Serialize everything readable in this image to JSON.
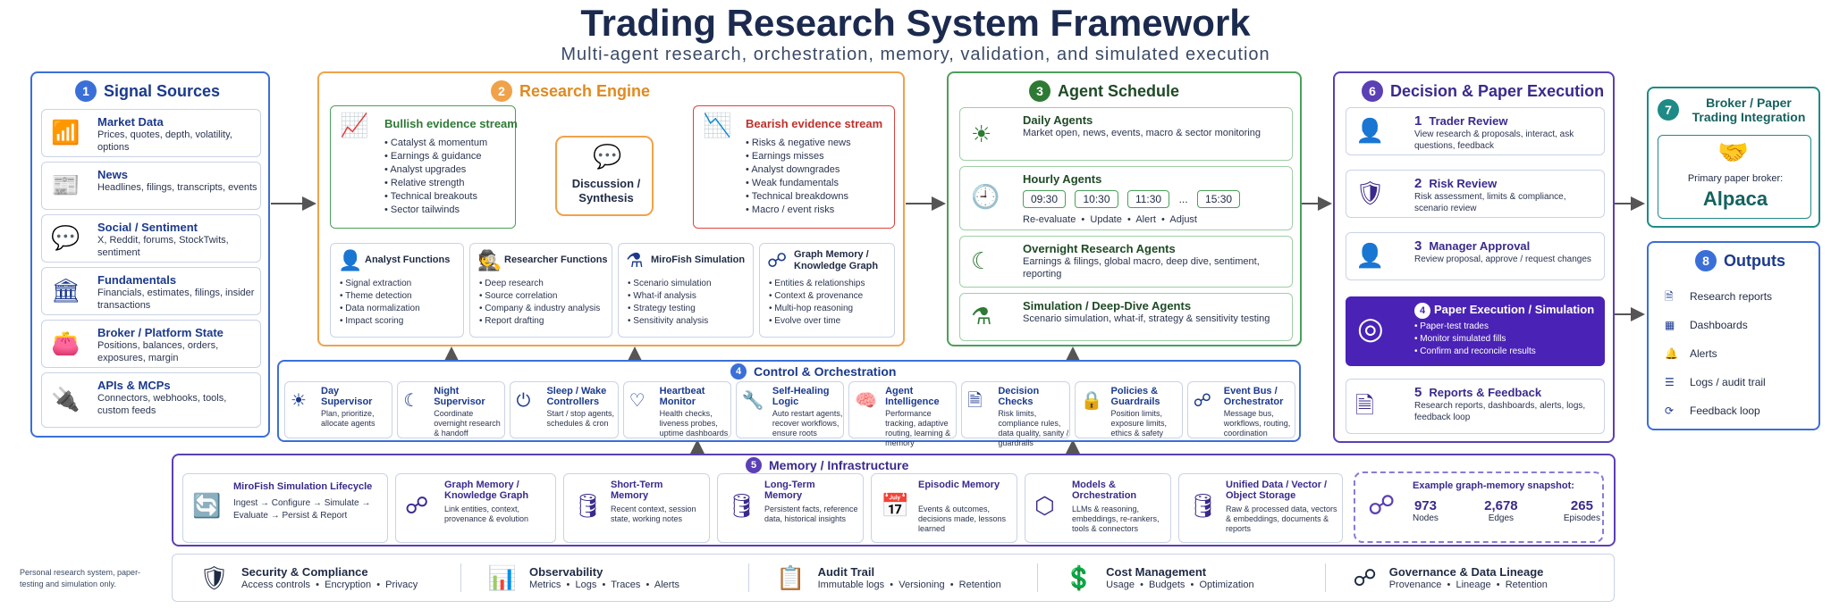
{
  "header": {
    "title": "Trading Research System Framework",
    "subtitle": "Multi-agent research, orchestration, memory, validation, and simulated execution"
  },
  "colors": {
    "blue": "#3b6fd8",
    "orange": "#f0a24a",
    "green": "#4aa05b",
    "purple": "#5b3fb5",
    "teal": "#1f8a86",
    "red": "#e0413b"
  },
  "signal_sources": {
    "num": "1",
    "title": "Signal Sources",
    "items": [
      {
        "title": "Market Data",
        "text": "Prices, quotes, depth, volatility, options",
        "icon": "bar-chart-icon"
      },
      {
        "title": "News",
        "text": "Headlines, filings, transcripts, events",
        "icon": "newspaper-icon"
      },
      {
        "title": "Social / Sentiment",
        "text": "X, Reddit, forums, StockTwits, sentiment",
        "icon": "chat-bubble-icon"
      },
      {
        "title": "Fundamentals",
        "text": "Financials, estimates, filings, insider transactions",
        "icon": "bank-icon"
      },
      {
        "title": "Broker / Platform State",
        "text": "Positions, balances, orders, exposures, margin",
        "icon": "wallet-icon"
      },
      {
        "title": "APIs & MCPs",
        "text": "Connectors, webhooks, tools, custom feeds",
        "icon": "plug-icon"
      }
    ]
  },
  "research_engine": {
    "num": "2",
    "title": "Research Engine",
    "bullish": {
      "title": "Bullish evidence stream",
      "items": [
        "Catalyst & momentum",
        "Earnings & guidance",
        "Analyst upgrades",
        "Relative strength",
        "Technical breakouts",
        "Sector tailwinds"
      ]
    },
    "bearish": {
      "title": "Bearish evidence stream",
      "items": [
        "Risks & negative news",
        "Earnings misses",
        "Analyst downgrades",
        "Weak fundamentals",
        "Technical breakdowns",
        "Macro / event risks"
      ]
    },
    "synthesis": "Discussion / Synthesis",
    "functions": [
      {
        "title": "Analyst Functions",
        "items": [
          "Signal extraction",
          "Theme detection",
          "Data normalization",
          "Impact scoring"
        ]
      },
      {
        "title": "Researcher Functions",
        "items": [
          "Deep research",
          "Source correlation",
          "Company & industry analysis",
          "Report drafting"
        ]
      },
      {
        "title": "MiroFish Simulation",
        "items": [
          "Scenario simulation",
          "What-if analysis",
          "Strategy testing",
          "Sensitivity analysis"
        ]
      },
      {
        "title": "Graph Memory / Knowledge Graph",
        "items": [
          "Entities & relationships",
          "Context & provenance",
          "Multi-hop reasoning",
          "Evolve over time"
        ]
      }
    ]
  },
  "agent_schedule": {
    "num": "3",
    "title": "Agent Schedule",
    "daily": {
      "title": "Daily Agents",
      "text": "Market open, news, events, macro & sector monitoring"
    },
    "hourly": {
      "title": "Hourly Agents",
      "slots": [
        "09:30",
        "10:30",
        "11:30",
        "...",
        "15:30"
      ],
      "actions": "Re-evaluate  •  Update  •  Alert  •  Adjust"
    },
    "overnight": {
      "title": "Overnight Research Agents",
      "text": "Earnings & filings, global macro, deep dive, sentiment, reporting"
    },
    "simulation": {
      "title": "Simulation / Deep-Dive Agents",
      "text": "Scenario simulation, what-if, strategy & sensitivity testing"
    }
  },
  "control": {
    "num": "4",
    "title": "Control & Orchestration",
    "items": [
      {
        "title": "Day Supervisor",
        "text": "Plan, prioritize, allocate agents"
      },
      {
        "title": "Night Supervisor",
        "text": "Coordinate overnight research & handoff"
      },
      {
        "title": "Sleep / Wake Controllers",
        "text": "Start / stop agents, schedules & cron"
      },
      {
        "title": "Heartbeat Monitor",
        "text": "Health checks, liveness probes, uptime dashboards"
      },
      {
        "title": "Self-Healing Logic",
        "text": "Auto restart agents, recover workflows, ensure roots"
      },
      {
        "title": "Agent Intelligence",
        "text": "Performance tracking, adaptive routing, learning & memory"
      },
      {
        "title": "Decision Checks",
        "text": "Risk limits, compliance rules, data quality, sanity / guardrails"
      },
      {
        "title": "Policies & Guardrails",
        "text": "Position limits, exposure limits, ethics & safety"
      },
      {
        "title": "Event Bus / Orchestrator",
        "text": "Message bus, workflows, routing, coordination"
      }
    ]
  },
  "memory": {
    "num": "5",
    "title": "Memory / Infrastructure",
    "items": [
      {
        "title": "MiroFish Simulation Lifecycle",
        "text": "Ingest → Configure → Simulate → Evaluate → Persist & Report"
      },
      {
        "title": "Graph Memory / Knowledge Graph",
        "text": "Link entities, context, provenance & evolution"
      },
      {
        "title": "Short-Term Memory",
        "text": "Recent context, session state, working notes"
      },
      {
        "title": "Long-Term Memory",
        "text": "Persistent facts, reference data, historical insights"
      },
      {
        "title": "Episodic Memory",
        "text": "Events & outcomes, decisions made, lessons learned"
      },
      {
        "title": "Models & Orchestration",
        "text": "LLMs & reasoning, embeddings, re-rankers, tools & connectors"
      },
      {
        "title": "Unified Data / Vector / Object Storage",
        "text": "Raw & processed data, vectors & embeddings, documents & reports"
      }
    ],
    "snapshot": {
      "title": "Example graph-memory snapshot:",
      "stats": [
        {
          "value": "973",
          "label": "Nodes"
        },
        {
          "value": "2,678",
          "label": "Edges"
        },
        {
          "value": "265",
          "label": "Episodes"
        }
      ]
    }
  },
  "decision": {
    "num": "6",
    "title": "Decision & Paper Execution",
    "steps": [
      {
        "num": "1",
        "title": "Trader Review",
        "text": "View research & proposals, interact, ask questions, feedback"
      },
      {
        "num": "2",
        "title": "Risk Review",
        "text": "Risk assessment, limits & compliance, scenario review"
      },
      {
        "num": "3",
        "title": "Manager Approval",
        "text": "Review proposal, approve / request changes"
      },
      {
        "num": "4",
        "title": "Paper Execution / Simulation",
        "items": [
          "Paper-test trades",
          "Monitor simulated fills",
          "Confirm and reconcile results"
        ]
      },
      {
        "num": "5",
        "title": "Reports & Feedback",
        "text": "Research reports, dashboards, alerts, logs, feedback loop"
      }
    ]
  },
  "broker": {
    "num": "7",
    "title": "Broker / Paper Trading Integration",
    "label": "Primary paper broker:",
    "value": "Alpaca"
  },
  "outputs": {
    "num": "8",
    "title": "Outputs",
    "items": [
      "Research reports",
      "Dashboards",
      "Alerts",
      "Logs / audit trail",
      "Feedback loop"
    ]
  },
  "footer": {
    "note": "Personal research system, paper-testing and simulation only.",
    "items": [
      {
        "title": "Security & Compliance",
        "text": "Access controls  •  Encryption  •  Privacy"
      },
      {
        "title": "Observability",
        "text": "Metrics  •  Logs  •  Traces  •  Alerts"
      },
      {
        "title": "Audit Trail",
        "text": "Immutable logs  •  Versioning  •  Retention"
      },
      {
        "title": "Cost Management",
        "text": "Usage  •  Budgets  •  Optimization"
      },
      {
        "title": "Governance & Data Lineage",
        "text": "Provenance  •  Lineage  •  Retention"
      }
    ]
  }
}
